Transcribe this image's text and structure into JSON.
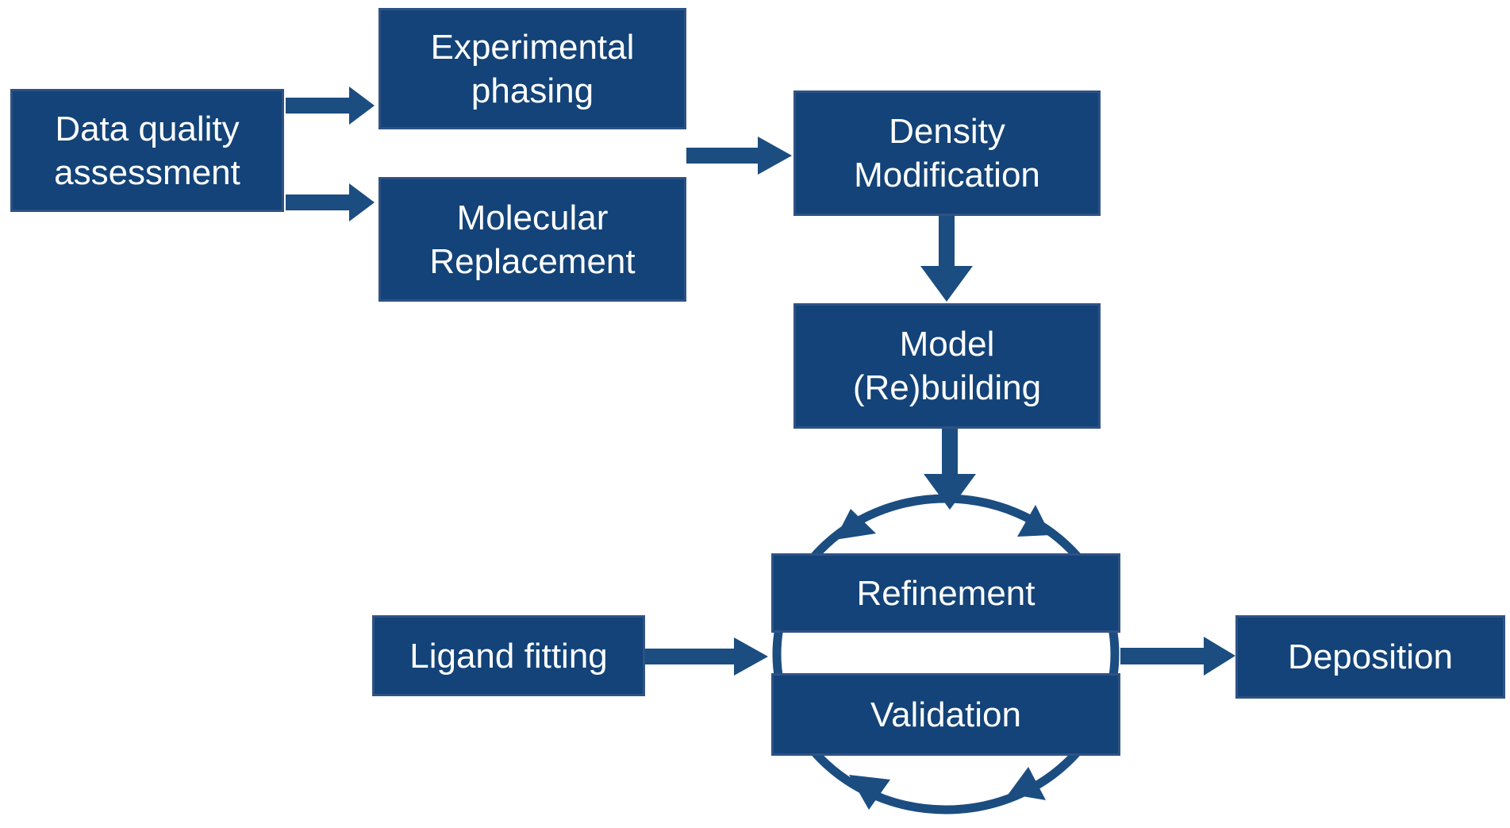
{
  "diagram": {
    "title": "",
    "colors": {
      "background": "#FFFFFF",
      "box_fill": "#134378",
      "box_border": "#2F5285",
      "arrow": "#1B4D80",
      "text": "#FFFFFF"
    },
    "nodes": [
      {
        "id": "data-quality-assessment",
        "label": "Data quality assessment",
        "lines": [
          "Data quality",
          "assessment"
        ]
      },
      {
        "id": "experimental-phasing",
        "label": "Experimental phasing",
        "lines": [
          "Experimental",
          "phasing"
        ]
      },
      {
        "id": "molecular-replacement",
        "label": "Molecular Replacement",
        "lines": [
          "Molecular",
          "Replacement"
        ]
      },
      {
        "id": "density-modification",
        "label": "Density Modification",
        "lines": [
          "Density",
          "Modification"
        ]
      },
      {
        "id": "model-rebuilding",
        "label": "Model (Re)building",
        "lines": [
          "Model",
          "(Re)building"
        ]
      },
      {
        "id": "refinement",
        "label": "Refinement",
        "lines": [
          "Refinement"
        ]
      },
      {
        "id": "validation",
        "label": "Validation",
        "lines": [
          "Validation"
        ]
      },
      {
        "id": "ligand-fitting",
        "label": "Ligand fitting",
        "lines": [
          "Ligand fitting"
        ]
      },
      {
        "id": "deposition",
        "label": "Deposition",
        "lines": [
          "Deposition"
        ]
      }
    ],
    "arrows": [
      {
        "from": "data-quality-assessment",
        "to": "experimental-phasing"
      },
      {
        "from": "data-quality-assessment",
        "to": "molecular-replacement"
      },
      {
        "from": "experimental-phasing / molecular-replacement",
        "to": "density-modification"
      },
      {
        "from": "density-modification",
        "to": "model-rebuilding"
      },
      {
        "from": "model-rebuilding",
        "to": "refinement-validation-cycle"
      },
      {
        "from": "ligand-fitting",
        "to": "refinement-validation-cycle"
      },
      {
        "from": "refinement-validation-cycle",
        "to": "deposition"
      },
      {
        "from": "refinement",
        "to": "validation",
        "style": "circular-cycle"
      },
      {
        "from": "validation",
        "to": "refinement",
        "style": "circular-cycle"
      }
    ]
  }
}
